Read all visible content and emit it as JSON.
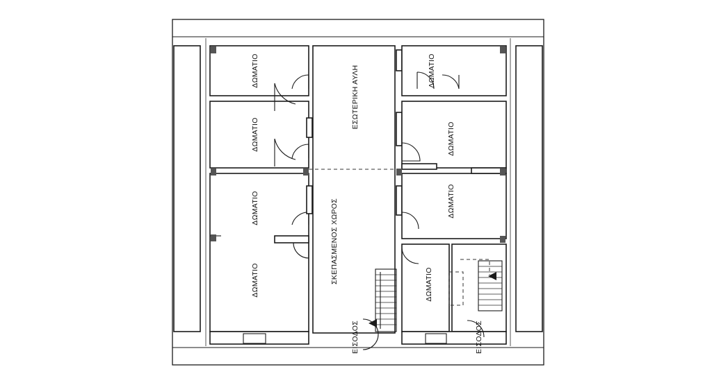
{
  "labels": {
    "room": "ΔΩΜΑΤΙΟ",
    "inner_courtyard": "ΕΣΩΤΕΡΙΚΗ ΑΥΛΗ",
    "covered_space": "ΣΚΕΠΑΣΜΕΝΟΣ ΧΩΡΟΣ",
    "entrance": "ΕΙΣΟΔΟΣ"
  }
}
